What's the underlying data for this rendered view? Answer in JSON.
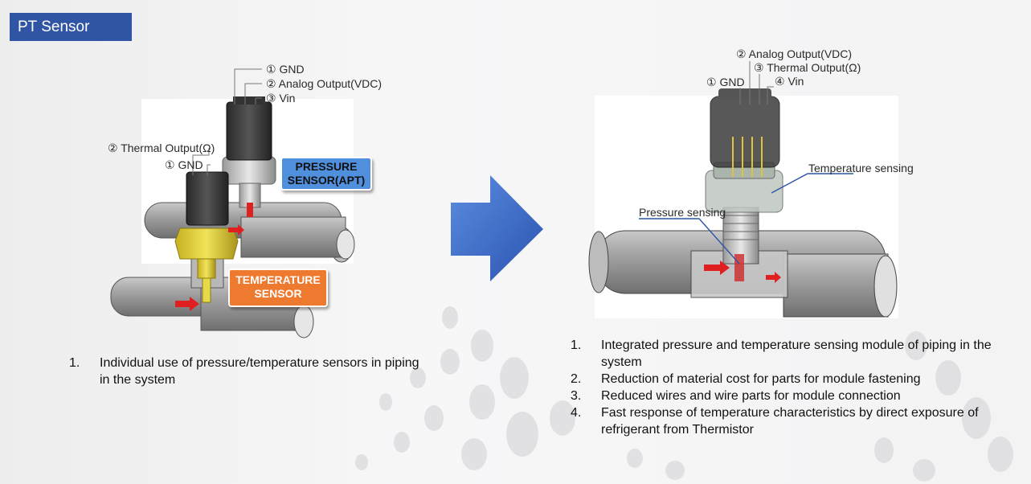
{
  "header": {
    "title": "PT Sensor"
  },
  "left": {
    "pins_top": [
      "① GND",
      "② Analog Output(VDC)",
      "③ Vin"
    ],
    "pins_temp": [
      "② Thermal Output(Ω)",
      "① GND"
    ],
    "pressure_callout": [
      "PRESSURE",
      "SENSOR(APT)"
    ],
    "temperature_callout": [
      "TEMPERATURE",
      "SENSOR"
    ],
    "list": [
      {
        "num": "1.",
        "text": "Individual use of pressure/temperature sensors in piping in the system"
      }
    ]
  },
  "right": {
    "pins": {
      "analog": "② Analog Output(VDC)",
      "thermal": "③ Thermal Output(Ω)",
      "gnd": "① GND",
      "vin": "④ Vin"
    },
    "temperature_label": "Temperature sensing",
    "pressure_label": "Pressure sensing",
    "list": [
      {
        "num": "1.",
        "text": "Integrated pressure and temperature sensing module of piping in the system"
      },
      {
        "num": "2.",
        "text": "Reduction of material cost for parts for module fastening"
      },
      {
        "num": "3.",
        "text": "Reduced wires and wire parts for module connection"
      },
      {
        "num": "4.",
        "text": "Fast response of temperature characteristics by direct exposure of refrigerant from Thermistor"
      }
    ]
  },
  "colors": {
    "title_bg": "#2f55a4",
    "arrow": "#3a6cc9",
    "pressure_callout": "#4f8fdc",
    "temperature_callout": "#ee7a2f",
    "flow_arrow": "#e02020"
  }
}
